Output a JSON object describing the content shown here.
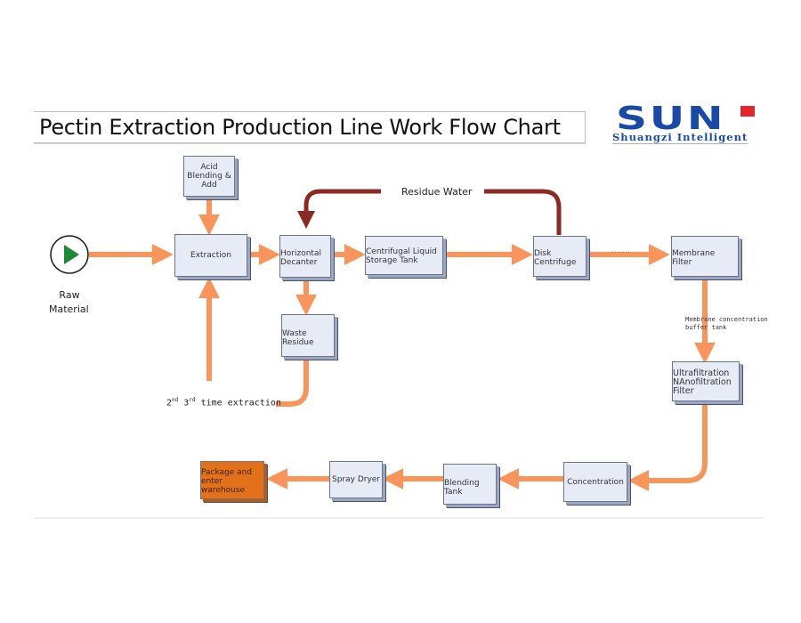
{
  "title": "Pectin Extraction Production Line Work Flow Chart",
  "logo": {
    "main": "SUN",
    "sub": "Shuangzi Intelligent"
  },
  "colors": {
    "flow_arrow": "#f9955a",
    "return_arrow": "#8b2a22",
    "node_fill": "#e6ebf6",
    "final_node_fill": "#e3711a",
    "start_icon": "#1e8a35"
  },
  "start": {
    "icon": "play-circle-icon",
    "label_line1": "Raw",
    "label_line2": "Material"
  },
  "nodes": {
    "acid": {
      "line1": "Acid",
      "line2": "Blending &",
      "line3": "Add"
    },
    "extraction": {
      "line1": "Extraction"
    },
    "decanter": {
      "line1": "Horizontal",
      "line2": "Decanter"
    },
    "storage": {
      "line1": "Centrifugal Liquid",
      "line2": "Storage Tank"
    },
    "disk": {
      "line1": "Disk",
      "line2": "Centrifuge"
    },
    "membrane": {
      "line1": "Membrane",
      "line2": "Filter"
    },
    "waste": {
      "line1": "Waste",
      "line2": "Residue"
    },
    "ultra": {
      "line1": "Ultrafiltration",
      "line2": "NAnofiltration",
      "line3": "Filter"
    },
    "concentration": {
      "line1": "Concentration"
    },
    "blending": {
      "line1": "Blending",
      "line2": "Tank"
    },
    "spray": {
      "line1": "Spray Dryer"
    },
    "package": {
      "line1": "Package and",
      "line2": "enter",
      "line3": "warehouse"
    }
  },
  "annotations": {
    "residue_water": "Residue Water",
    "disk_to_membrane": "·······",
    "membrane_buffer_line1": "Membrane concentration",
    "membrane_buffer_line2": "buffer tank",
    "reextraction_2": "2",
    "reextraction_nd": "nd",
    "reextraction_3": " 3",
    "reextraction_rd": "rd",
    "reextraction_text": " time extraction"
  }
}
